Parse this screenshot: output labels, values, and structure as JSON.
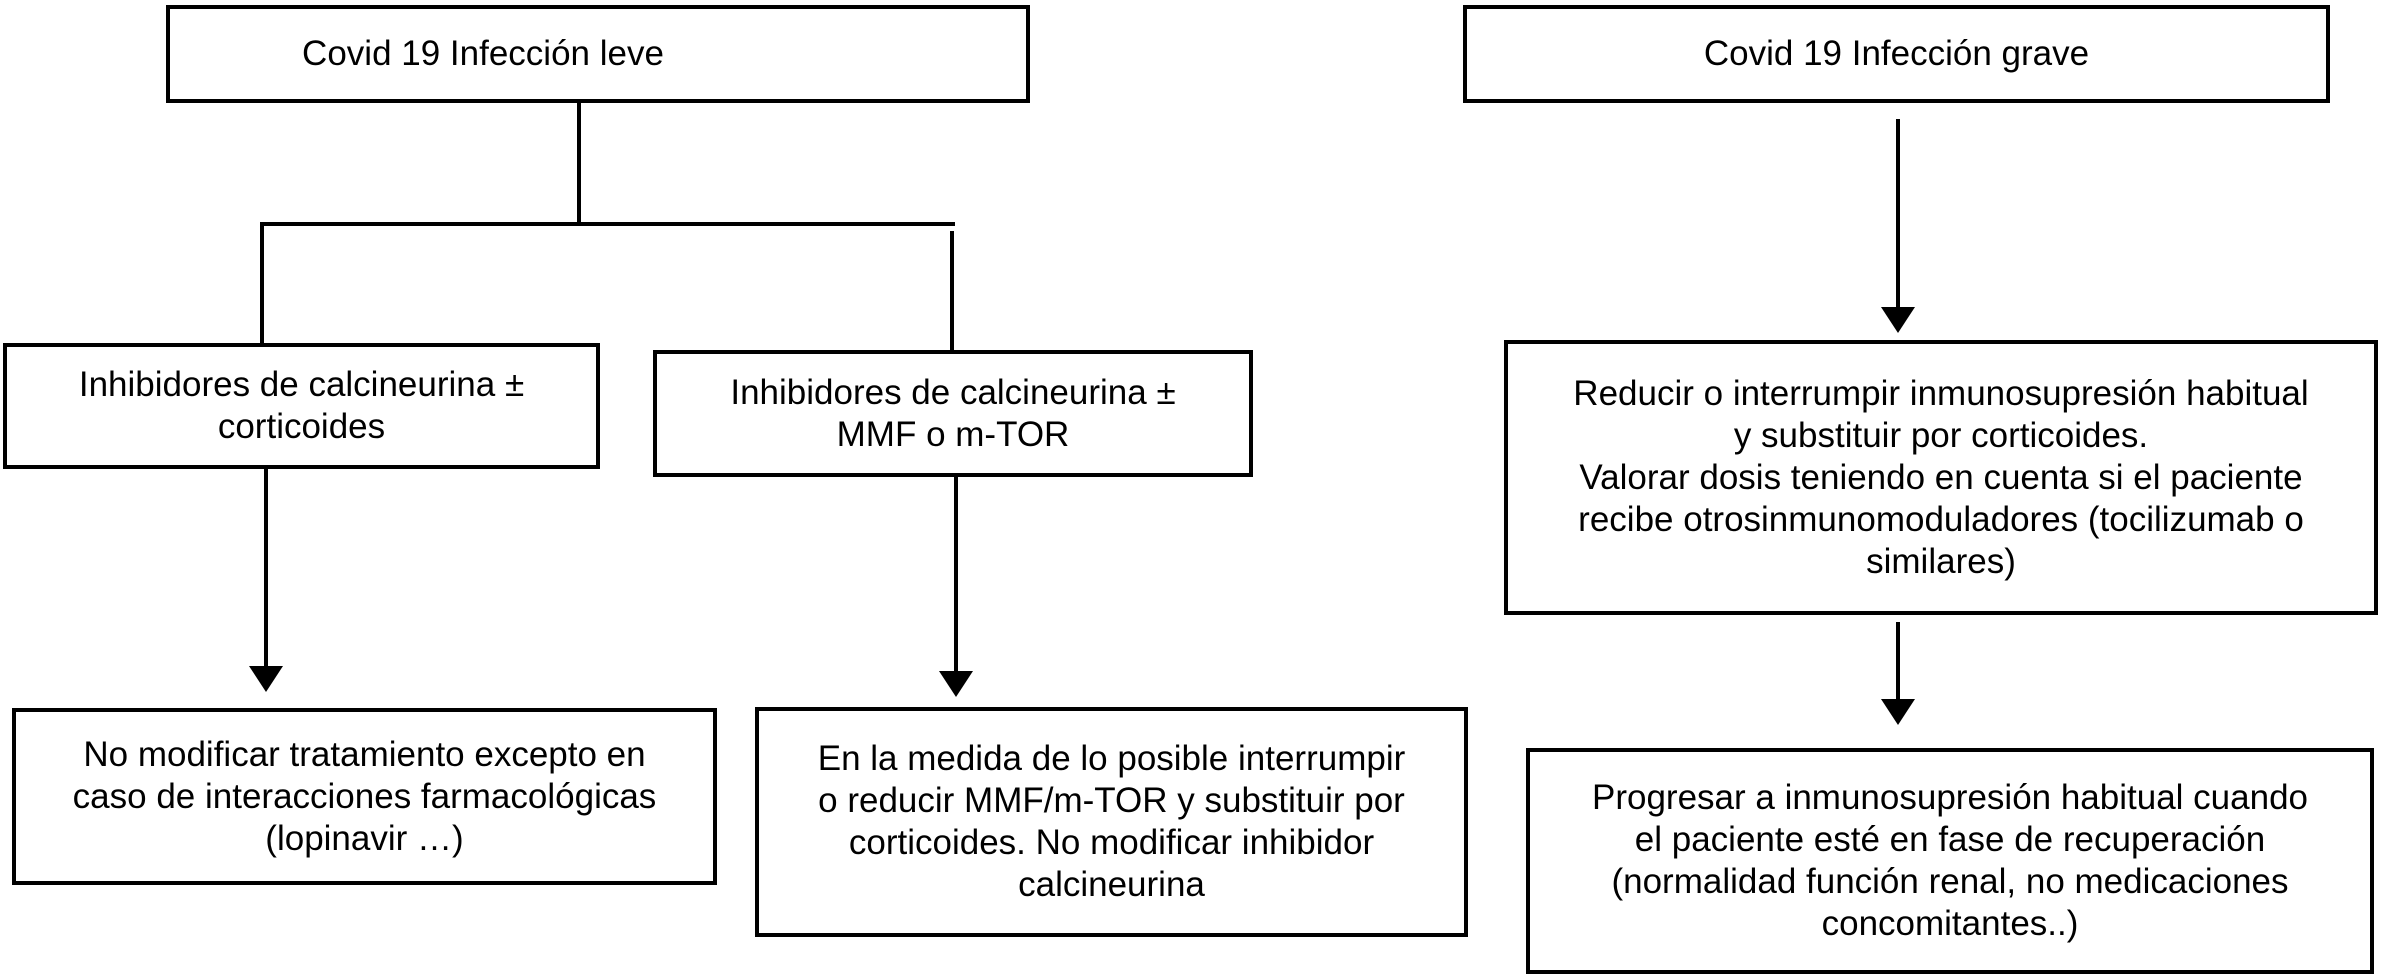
{
  "diagram": {
    "title_left_branch": "Covid 19 Infección leve",
    "title_right_branch": "Covid 19 Infección grave",
    "colors": {
      "background": "#ffffff",
      "line": "#000000",
      "box_border": "#000000",
      "box_fill": "#ffffff",
      "text": "#000000"
    },
    "nodes": {
      "covid_leve": {
        "label": "Covid 19 Infección leve"
      },
      "covid_grave": {
        "label": "Covid 19 Infección grave"
      },
      "cni_corticoides": {
        "label": "Inhibidores de calcineurina ±\ncorticoides"
      },
      "cni_mmf_mtor": {
        "label": "Inhibidores de calcineurina ±\nMMF o m-TOR"
      },
      "reducir_inmunosupresion": {
        "label": "Reducir o interrumpir inmunosupresión habitual\ny substituir por corticoides.\nValorar dosis teniendo en cuenta si el paciente\nrecibe otrosinmunomoduladores (tocilizumab o\nsimilares)"
      },
      "no_modificar": {
        "label": "No modificar tratamiento excepto en\ncaso de interacciones farmacológicas\n(lopinavir …)"
      },
      "interrumpir_mmf": {
        "label": "En la medida de lo posible interrumpir\no reducir MMF/m-TOR  y substituir por\ncorticoides. No modificar inhibidor\ncalcineurina"
      },
      "progresar": {
        "label": "Progresar a inmunosupresión habitual cuando\nel paciente esté en fase de recuperación\n(normalidad función renal, no medicaciones\nconcomitantes..)"
      }
    }
  }
}
